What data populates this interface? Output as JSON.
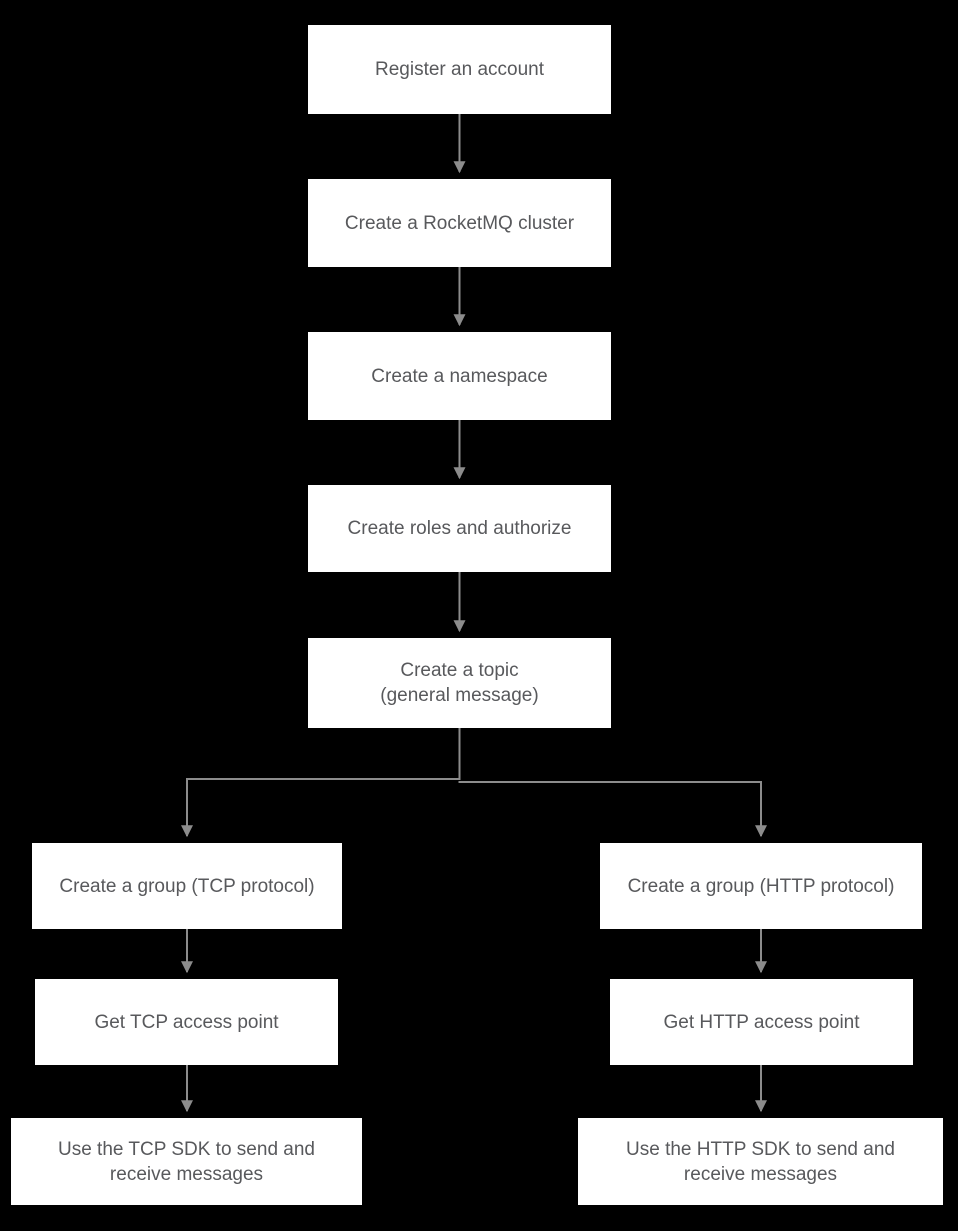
{
  "diagram": {
    "type": "flowchart",
    "background_color": "#000000",
    "node_fill": "#ffffff",
    "node_text_color": "#58595c",
    "arrow_color": "#8c8c8c",
    "nodes": [
      {
        "id": "register-account",
        "label": "Register an account"
      },
      {
        "id": "create-rocketmq-cluster",
        "label": "Create a RocketMQ cluster"
      },
      {
        "id": "create-namespace",
        "label": "Create a namespace"
      },
      {
        "id": "create-roles-authorize",
        "label": "Create roles and authorize"
      },
      {
        "id": "create-topic",
        "label": "Create a topic\n(general message)"
      },
      {
        "id": "create-group-tcp",
        "label": "Create a group (TCP protocol)"
      },
      {
        "id": "get-tcp-access-point",
        "label": "Get TCP access point"
      },
      {
        "id": "use-tcp-sdk",
        "label": "Use the TCP SDK to send and\nreceive messages"
      },
      {
        "id": "create-group-http",
        "label": "Create a group (HTTP protocol)"
      },
      {
        "id": "get-http-access-point",
        "label": "Get HTTP access point"
      },
      {
        "id": "use-http-sdk",
        "label": "Use the HTTP SDK to send and\nreceive messages"
      }
    ],
    "edges": [
      {
        "from": "register-account",
        "to": "create-rocketmq-cluster"
      },
      {
        "from": "create-rocketmq-cluster",
        "to": "create-namespace"
      },
      {
        "from": "create-namespace",
        "to": "create-roles-authorize"
      },
      {
        "from": "create-roles-authorize",
        "to": "create-topic"
      },
      {
        "from": "create-topic",
        "to": "create-group-tcp"
      },
      {
        "from": "create-topic",
        "to": "create-group-http"
      },
      {
        "from": "create-group-tcp",
        "to": "get-tcp-access-point"
      },
      {
        "from": "get-tcp-access-point",
        "to": "use-tcp-sdk"
      },
      {
        "from": "create-group-http",
        "to": "get-http-access-point"
      },
      {
        "from": "get-http-access-point",
        "to": "use-http-sdk"
      }
    ]
  }
}
